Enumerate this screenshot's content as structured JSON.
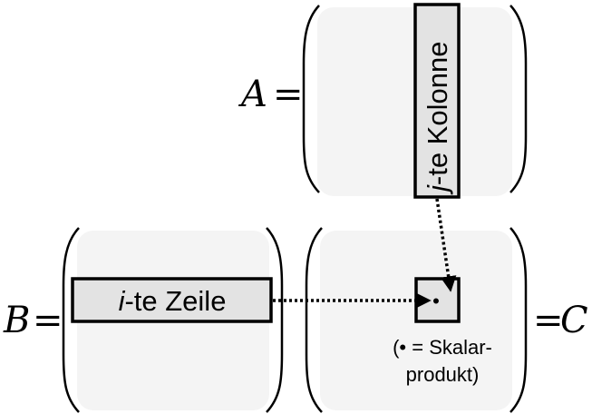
{
  "matrices": {
    "a_symbol": "A",
    "b_symbol": "B",
    "c_symbol": "C",
    "equals": "="
  },
  "column": {
    "index": "j",
    "text": "-te Kolonne"
  },
  "row": {
    "index": "i",
    "text": "-te Zeile"
  },
  "result": {
    "dot": "•",
    "note_line1": "(• = Skalar-",
    "note_line2": "produkt)"
  }
}
